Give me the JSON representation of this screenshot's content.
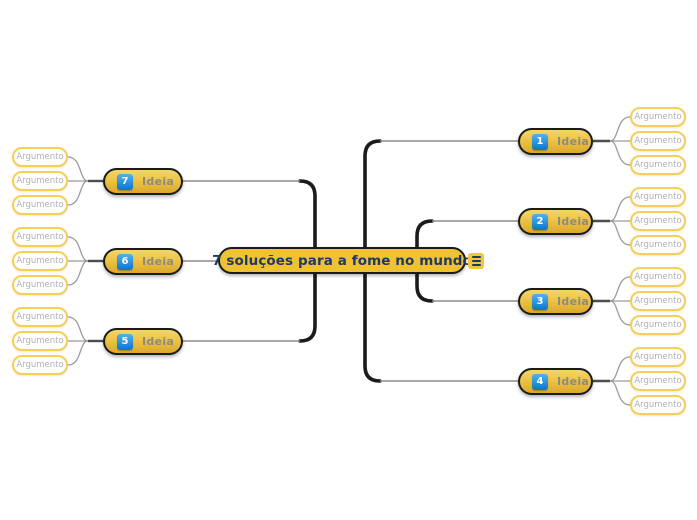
{
  "central": {
    "label": "7 soluções para a fome no mundo",
    "menu_icon": "hamburger-icon"
  },
  "branches": [
    {
      "number": "1",
      "label": "Ideia",
      "side": "right",
      "arguments": [
        "Argumento",
        "Argumento",
        "Argumento"
      ]
    },
    {
      "number": "2",
      "label": "Ideia",
      "side": "right",
      "arguments": [
        "Argumento",
        "Argumento",
        "Argumento"
      ]
    },
    {
      "number": "3",
      "label": "Ideia",
      "side": "right",
      "arguments": [
        "Argumento",
        "Argumento",
        "Argumento"
      ]
    },
    {
      "number": "4",
      "label": "Ideia",
      "side": "right",
      "arguments": [
        "Argumento",
        "Argumento",
        "Argumento"
      ]
    },
    {
      "number": "5",
      "label": "Ideia",
      "side": "left",
      "arguments": [
        "Argumento",
        "Argumento",
        "Argumento"
      ]
    },
    {
      "number": "6",
      "label": "Ideia",
      "side": "left",
      "arguments": [
        "Argumento",
        "Argumento",
        "Argumento"
      ]
    },
    {
      "number": "7",
      "label": "Ideia",
      "side": "left",
      "arguments": [
        "Argumento",
        "Argumento",
        "Argumento"
      ]
    }
  ],
  "colors": {
    "central_fill": "#efc233",
    "central_text": "#1c3a64",
    "idea_gradient_top": "#f4d768",
    "idea_gradient_bottom": "#dca72f",
    "node_border": "#1a1a1a",
    "badge_blue_top": "#4fb3ee",
    "badge_blue_bottom": "#1273c6",
    "idea_text": "#8c8b78",
    "argument_border": "#f7ce58",
    "argument_text": "#b0b0b0",
    "trunk_line": "#1a1a1a",
    "thin_line": "#8c8c8c"
  }
}
